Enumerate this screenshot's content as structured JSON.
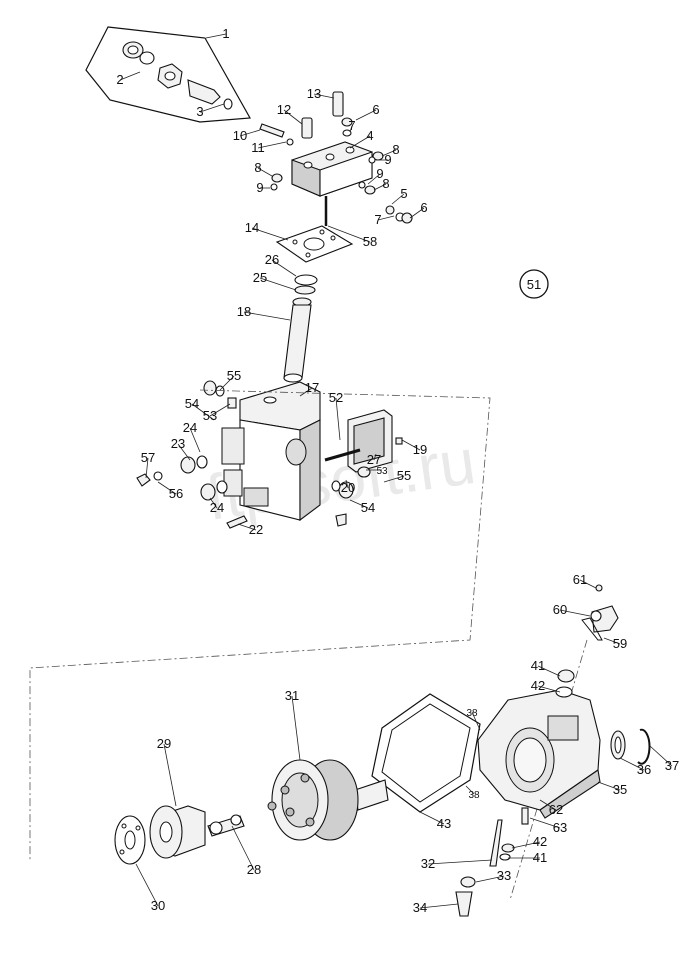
{
  "diagram": {
    "kit_badge": "51",
    "watermark": "ftp-soft.ru",
    "callouts": [
      {
        "id": "c1",
        "label": "1"
      },
      {
        "id": "c2",
        "label": "2"
      },
      {
        "id": "c3",
        "label": "3"
      },
      {
        "id": "c4",
        "label": "4"
      },
      {
        "id": "c5a",
        "label": "5"
      },
      {
        "id": "c6a",
        "label": "6"
      },
      {
        "id": "c6b",
        "label": "6"
      },
      {
        "id": "c7a",
        "label": "7"
      },
      {
        "id": "c7b",
        "label": "7"
      },
      {
        "id": "c8a",
        "label": "8"
      },
      {
        "id": "c8b",
        "label": "8"
      },
      {
        "id": "c8c",
        "label": "8"
      },
      {
        "id": "c9a",
        "label": "9"
      },
      {
        "id": "c9b",
        "label": "9"
      },
      {
        "id": "c9c",
        "label": "9"
      },
      {
        "id": "c10",
        "label": "10"
      },
      {
        "id": "c11",
        "label": "11"
      },
      {
        "id": "c12",
        "label": "12"
      },
      {
        "id": "c13",
        "label": "13"
      },
      {
        "id": "c14",
        "label": "14"
      },
      {
        "id": "c58",
        "label": "58"
      },
      {
        "id": "c26",
        "label": "26"
      },
      {
        "id": "c25",
        "label": "25"
      },
      {
        "id": "c18",
        "label": "18"
      },
      {
        "id": "c55a",
        "label": "55"
      },
      {
        "id": "c17",
        "label": "17"
      },
      {
        "id": "c54a",
        "label": "54"
      },
      {
        "id": "c53a",
        "label": "53"
      },
      {
        "id": "c24a",
        "label": "24"
      },
      {
        "id": "c23",
        "label": "23"
      },
      {
        "id": "c57",
        "label": "57"
      },
      {
        "id": "c56",
        "label": "56"
      },
      {
        "id": "c24b",
        "label": "24"
      },
      {
        "id": "c22",
        "label": "22"
      },
      {
        "id": "c52",
        "label": "52"
      },
      {
        "id": "c19",
        "label": "19"
      },
      {
        "id": "c27",
        "label": "27"
      },
      {
        "id": "c20",
        "label": "20"
      },
      {
        "id": "c53b",
        "label": "53"
      },
      {
        "id": "c55b",
        "label": "55"
      },
      {
        "id": "c54b",
        "label": "54"
      },
      {
        "id": "c61",
        "label": "61"
      },
      {
        "id": "c60",
        "label": "60"
      },
      {
        "id": "c59",
        "label": "59"
      },
      {
        "id": "c41a",
        "label": "41"
      },
      {
        "id": "c42a",
        "label": "42"
      },
      {
        "id": "c31",
        "label": "31"
      },
      {
        "id": "c38a",
        "label": "38"
      },
      {
        "id": "c38b",
        "label": "38"
      },
      {
        "id": "c29",
        "label": "29"
      },
      {
        "id": "c36",
        "label": "36"
      },
      {
        "id": "c37",
        "label": "37"
      },
      {
        "id": "c35",
        "label": "35"
      },
      {
        "id": "c62",
        "label": "62"
      },
      {
        "id": "c63",
        "label": "63"
      },
      {
        "id": "c42b",
        "label": "42"
      },
      {
        "id": "c41b",
        "label": "41"
      },
      {
        "id": "c43",
        "label": "43"
      },
      {
        "id": "c28",
        "label": "28"
      },
      {
        "id": "c30",
        "label": "30"
      },
      {
        "id": "c32",
        "label": "32"
      },
      {
        "id": "c33",
        "label": "33"
      },
      {
        "id": "c34",
        "label": "34"
      }
    ]
  }
}
